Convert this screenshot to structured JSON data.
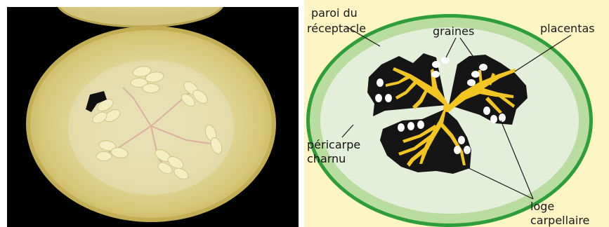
{
  "labels": {
    "receptacle_wall_line1": "paroi du",
    "receptacle_wall_line2": "réceptacle",
    "seeds": "graines",
    "placentas": "placentas",
    "pericarp_line1": "péricarpe",
    "pericarp_line2": "charnu",
    "locule_line1": "loge",
    "locule_line2": "carpellaire"
  },
  "colors": {
    "photo_background": "#000000",
    "diagram_background": "#fdf5c4",
    "rind_green": "#2e9e3a",
    "rind_pale": "#b9dca0",
    "flesh": "#e3efd8",
    "locule_black": "#151515",
    "placenta_yellow": "#f2c521",
    "seed_white": "#ffffff"
  }
}
